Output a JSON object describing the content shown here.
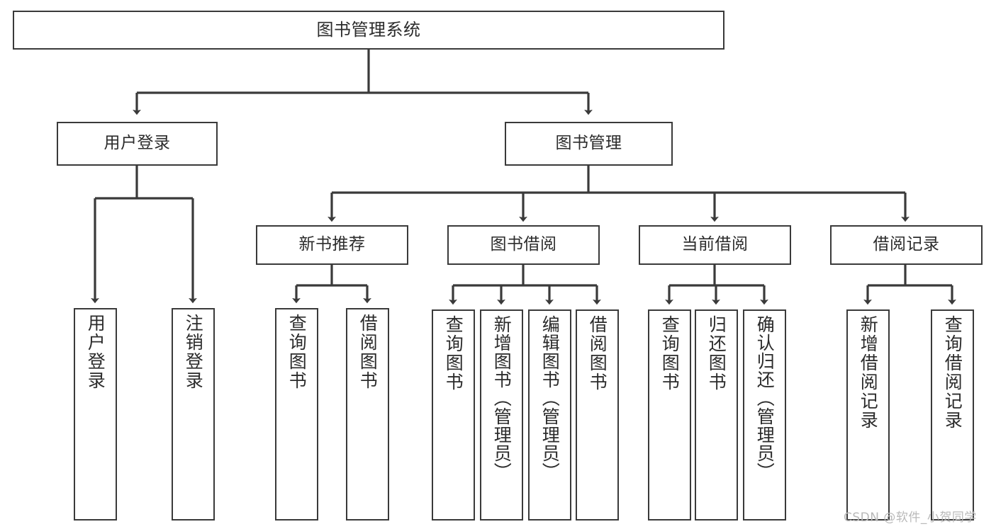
{
  "diagram": {
    "title": "图书管理系统",
    "type": "tree-hierarchy",
    "orientation": "top-down",
    "colors": {
      "box_border": "#3a3a3a",
      "box_fill": "#ffffff",
      "connector": "#3a3a3a",
      "text": "#2b2b2b",
      "watermark": "#b9b9b9",
      "background": "#ffffff"
    },
    "watermark": "CSDN @软件_小贺同学"
  },
  "nodes": {
    "root": {
      "label": "图书管理系统"
    },
    "level1": [
      {
        "label": "用户登录"
      },
      {
        "label": "图书管理"
      }
    ],
    "level2": [
      {
        "label": "新书推荐"
      },
      {
        "label": "图书借阅"
      },
      {
        "label": "当前借阅"
      },
      {
        "label": "借阅记录"
      }
    ],
    "leaves": {
      "user_login": [
        {
          "label": "用户登录"
        },
        {
          "label": "注销登录"
        }
      ],
      "new_book_recommend": [
        {
          "label": "查询图书"
        },
        {
          "label": "借阅图书"
        }
      ],
      "book_borrow": [
        {
          "label": "查询图书"
        },
        {
          "label": "新增图书（管理员）"
        },
        {
          "label": "编辑图书（管理员）"
        },
        {
          "label": "借阅图书"
        }
      ],
      "current_borrow": [
        {
          "label": "查询图书"
        },
        {
          "label": "归还图书"
        },
        {
          "label": "确认归还（管理员）"
        }
      ],
      "borrow_record": [
        {
          "label": "新增借阅记录"
        },
        {
          "label": "查询借阅记录"
        }
      ]
    }
  }
}
